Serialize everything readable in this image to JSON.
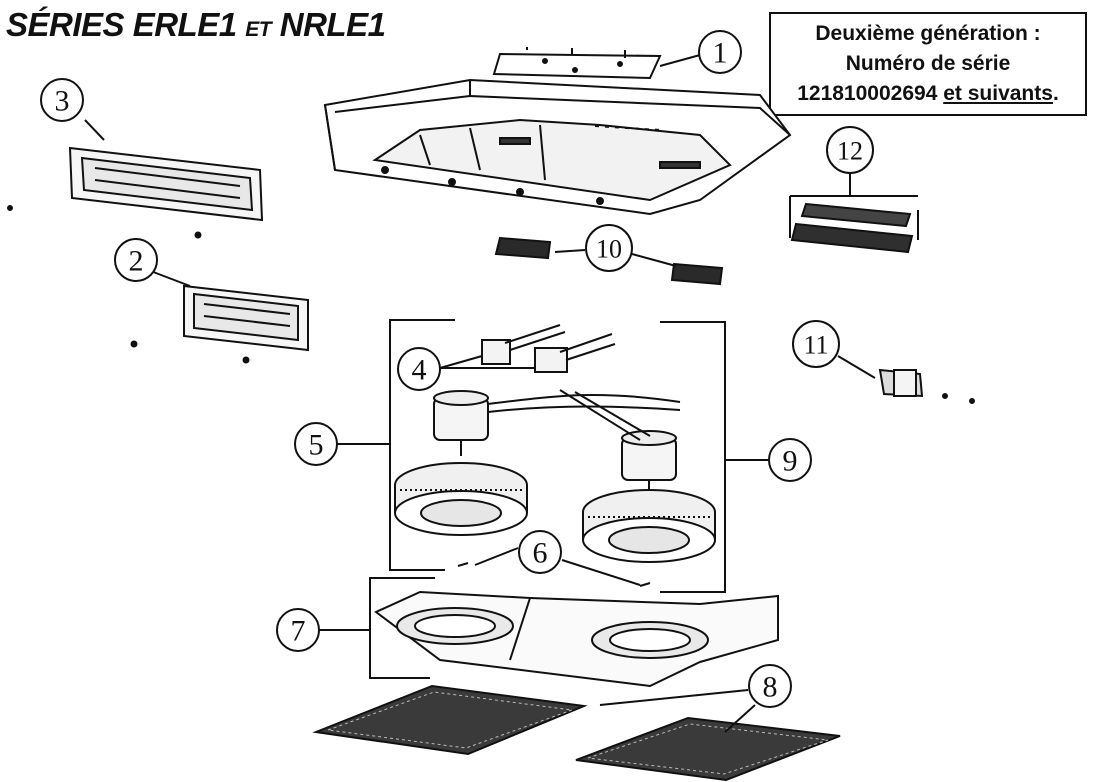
{
  "title": {
    "main": "SÉRIES ERLE1 ",
    "et": "ET",
    "second": " NRLE1"
  },
  "generation_note": {
    "line1": "Deuxième génération :",
    "line2": "Numéro de série",
    "serial": "121810002694",
    "suffix": "et suivants",
    "period": "."
  },
  "callouts": [
    "1",
    "2",
    "3",
    "4",
    "5",
    "6",
    "7",
    "8",
    "9",
    "10",
    "11",
    "12"
  ],
  "colors": {
    "ink": "#111111",
    "panel": "#f2f2f2",
    "dark": "#2a2a2a"
  }
}
